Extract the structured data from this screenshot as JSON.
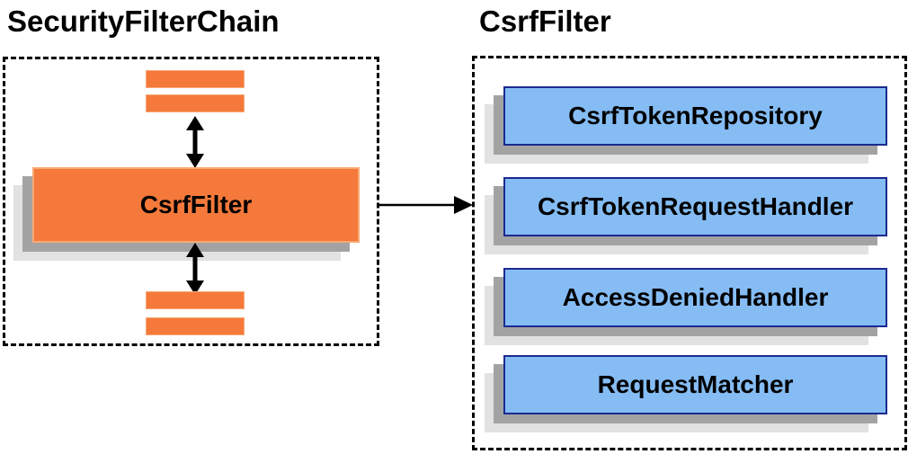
{
  "titles": {
    "left": "SecurityFilterChain",
    "right": "CsrfFilter"
  },
  "left_panel": {
    "filter_label": "CsrfFilter",
    "placeholder_bars": 4,
    "arrows": [
      "bidirectional-vertical",
      "bidirectional-vertical"
    ]
  },
  "right_panel": {
    "components": [
      {
        "label": "CsrfTokenRepository"
      },
      {
        "label": "CsrfTokenRequestHandler"
      },
      {
        "label": "AccessDeniedHandler"
      },
      {
        "label": "RequestMatcher"
      }
    ]
  },
  "connector": {
    "type": "arrow-right",
    "from": "CsrfFilter",
    "to": "CsrfFilter components"
  },
  "colors": {
    "orange_fill": "#F4793B",
    "orange_border": "#F8A873",
    "blue_fill": "#85BCF4",
    "blue_border": "#1B2A8F",
    "shadow_dark": "#A3A3A3",
    "shadow_light": "#E2E2E2",
    "line_black": "#000000"
  }
}
